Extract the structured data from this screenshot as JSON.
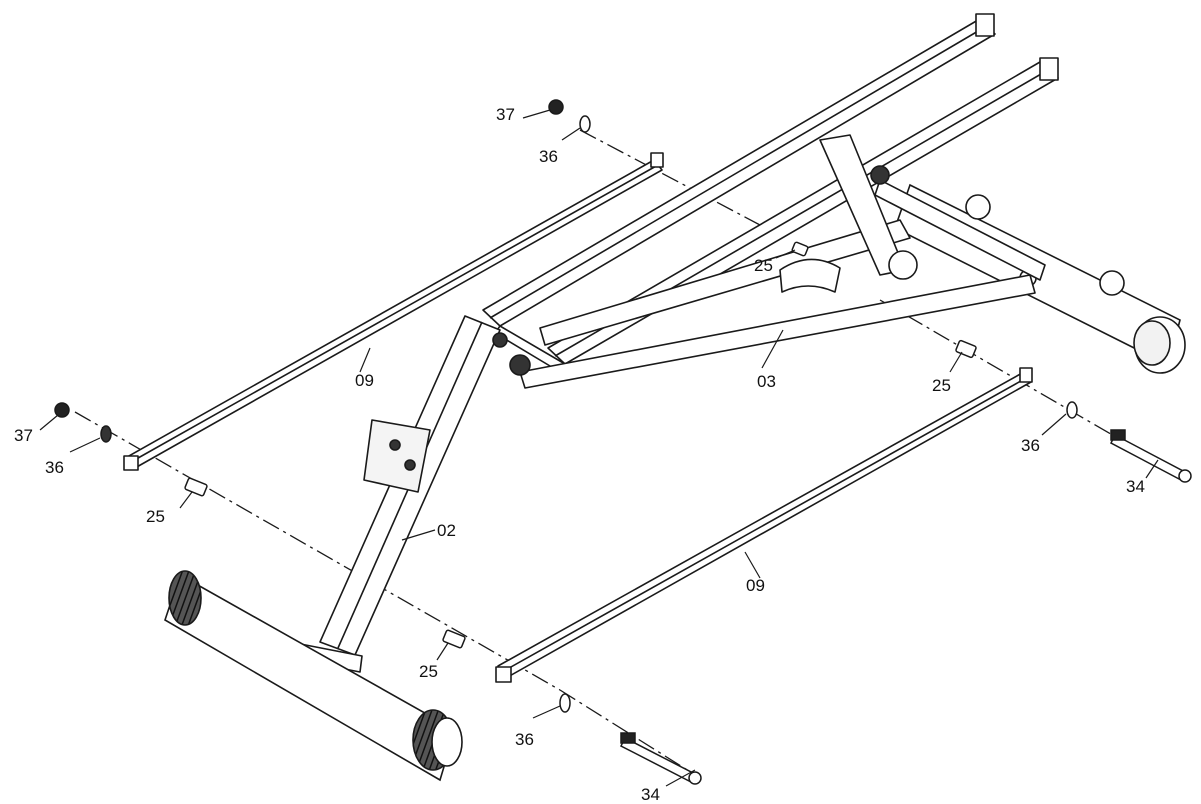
{
  "labels": {
    "p37_top": "37",
    "p36_top": "36",
    "p37_left": "37",
    "p36_left": "36",
    "p25_left": "25",
    "p09_upper": "09",
    "p02": "02",
    "p25_lower": "25",
    "p36_lower": "36",
    "p34_lower": "34",
    "p09_lower": "09",
    "p03": "03",
    "p25_center": "25",
    "p25_right": "25",
    "p36_right": "36",
    "p34_right": "34"
  },
  "colors": {
    "line": "#1a1a1a",
    "fill": "#ffffff",
    "hatch": "#2a2a2a"
  }
}
